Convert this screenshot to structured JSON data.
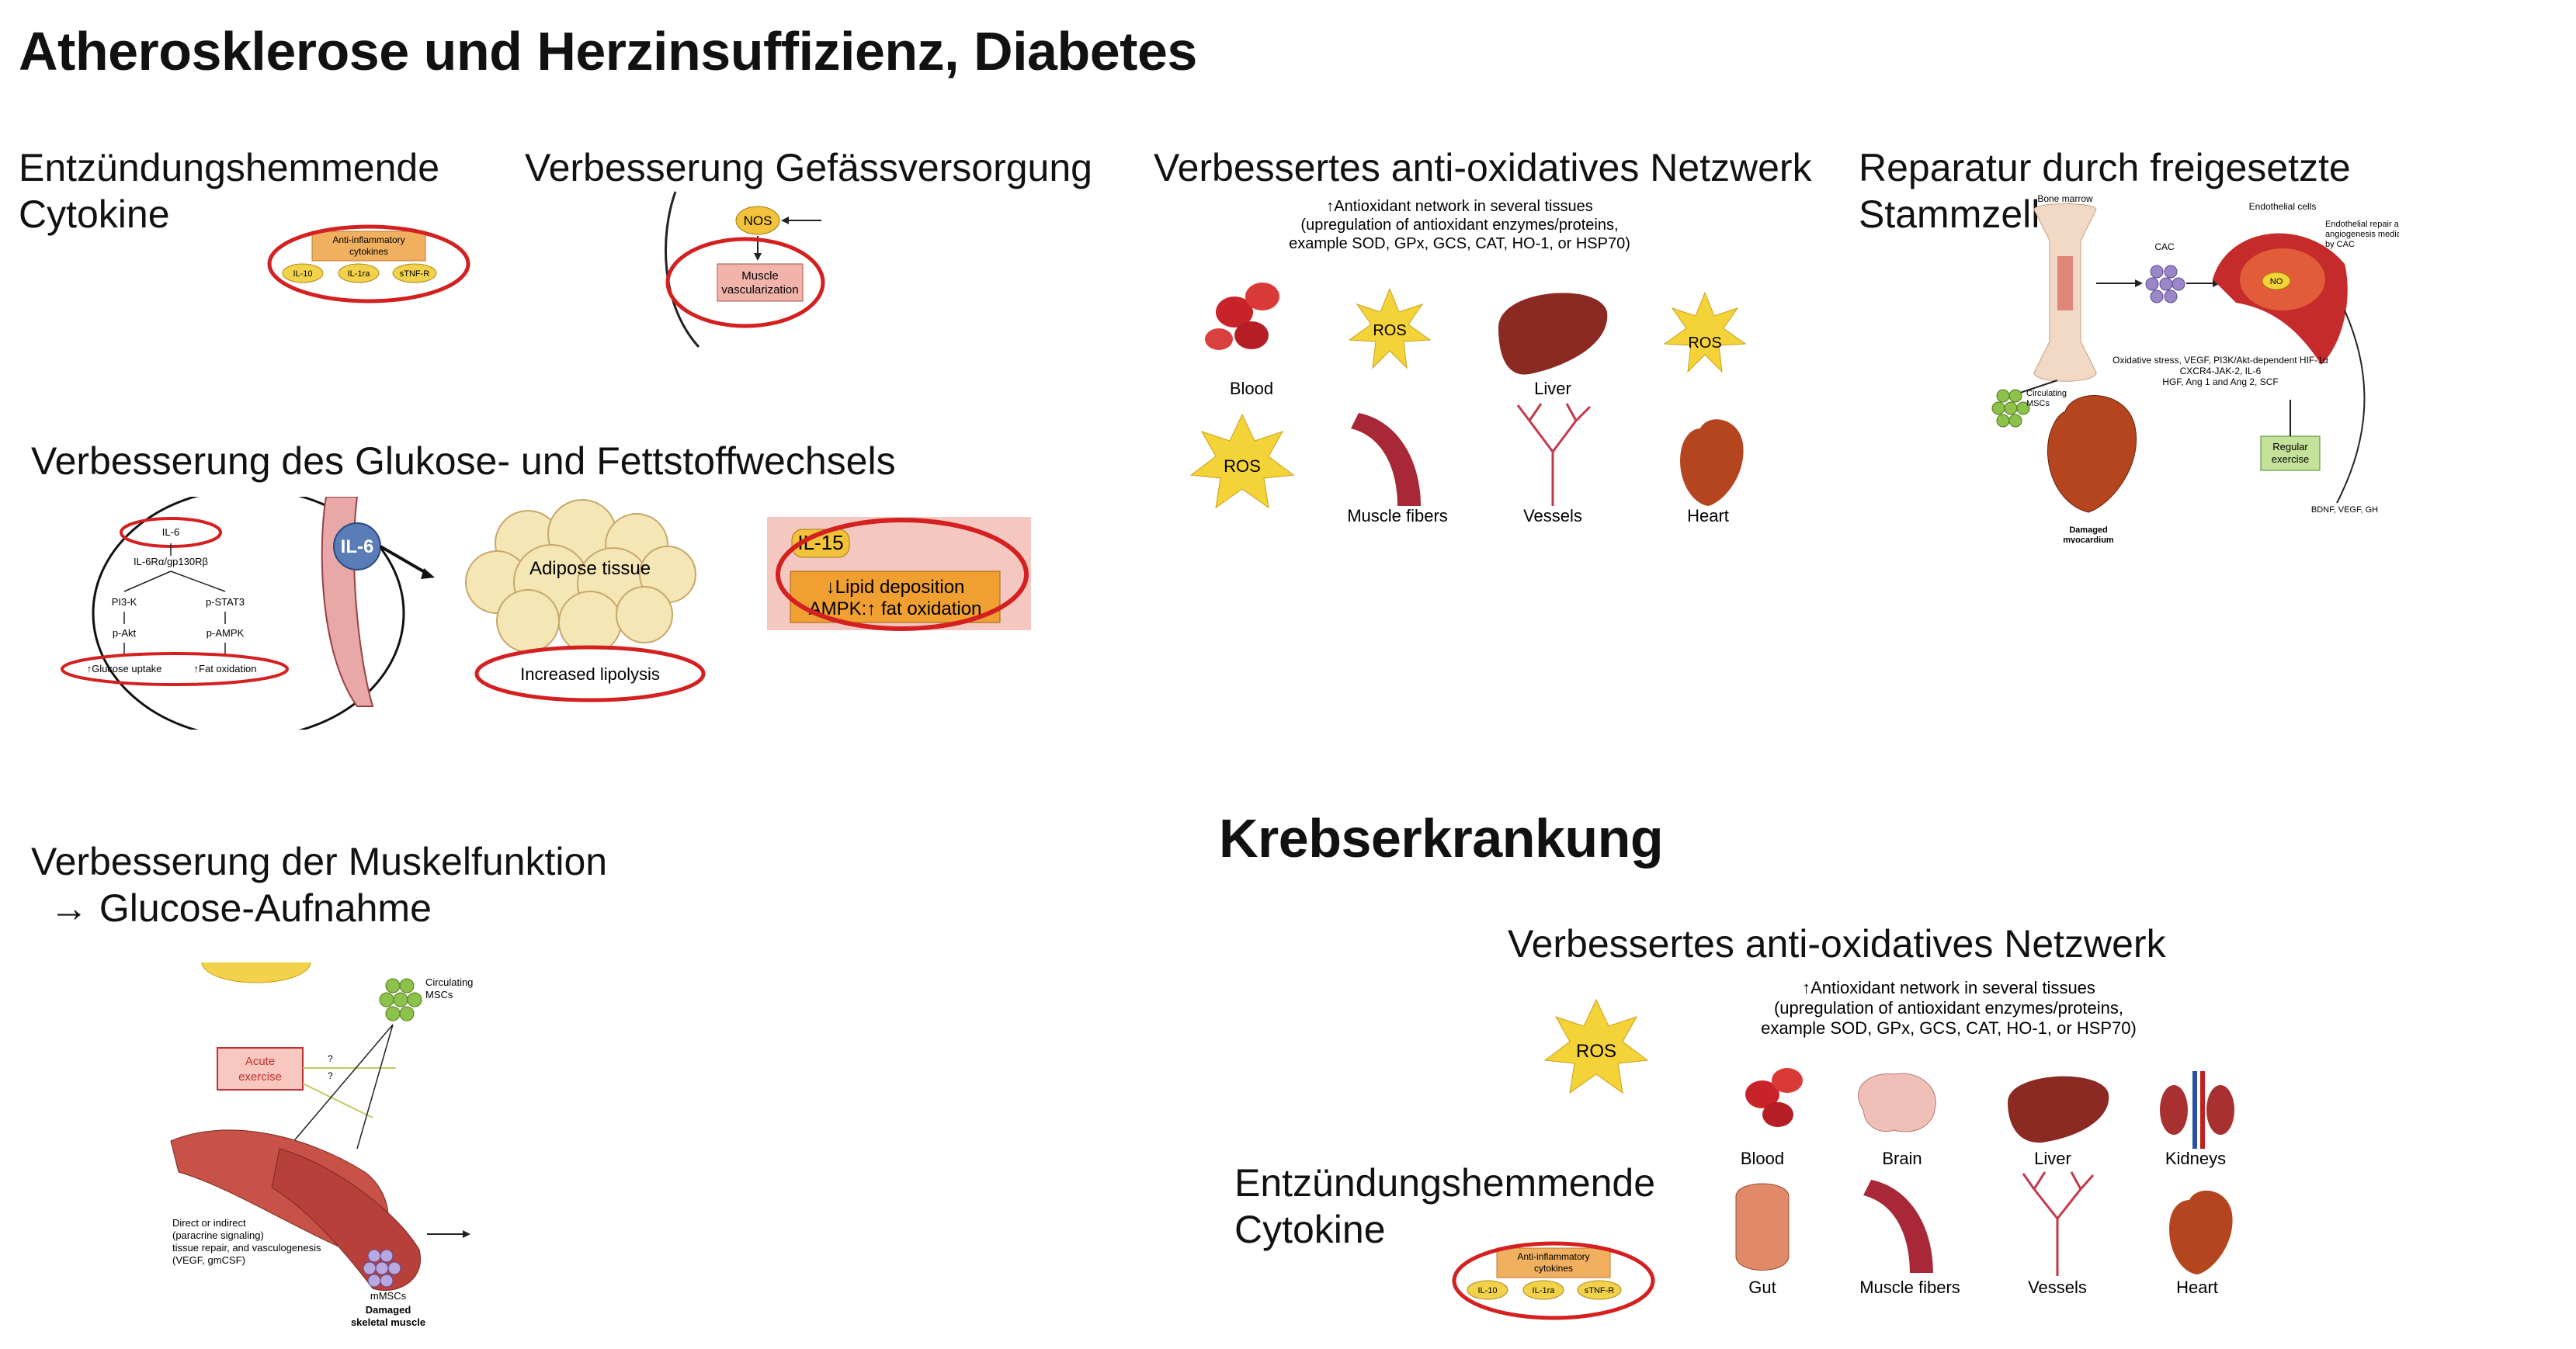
{
  "main_title": "Atherosklerose und Herzinsuffizienz, Diabetes",
  "cancer_title": "Krebserkrankung",
  "sections": {
    "anti_inflam_1": {
      "line1": "Entzündungshemmende",
      "line2": "Cytokine"
    },
    "vascular": {
      "title": "Verbesserung Gefässversorgung"
    },
    "antiox_1": {
      "title": "Verbessertes anti-oxidatives Netzwerk"
    },
    "repair": {
      "title": "Reparatur durch freigesetzte Stammzellen"
    },
    "glucose": {
      "title": "Verbesserung des Glukose- und Fettstoffwechsels"
    },
    "muscle": {
      "line1": "Verbesserung der Muskelfunktion",
      "line2": "→ Glucose-Aufnahme"
    },
    "antiox_2": {
      "title": "Verbessertes anti-oxidatives Netzwerk"
    },
    "anti_inflam_2": {
      "line1": "Entzündungshemmende",
      "line2": "Cytokine"
    }
  },
  "cytokines": {
    "header_line1": "Anti-inflammatory",
    "header_line2": "cytokines",
    "items": [
      "IL-10",
      "IL-1ra",
      "sTNF-R"
    ]
  },
  "vascular_fig": {
    "nos": "NOS",
    "box_line1": "Muscle",
    "box_line2": "vascularization"
  },
  "antiox_fig": {
    "header_line1": "↑Antioxidant network in several tissues",
    "header_line2": "(upregulation of antioxidant enzymes/proteins,",
    "header_line3": "example SOD, GPx, GCS, CAT, HO-1, or HSP70)",
    "ros": "ROS",
    "labels": {
      "blood": "Blood",
      "brain": "Brain",
      "liver": "Liver",
      "kidneys": "Kidneys",
      "gut": "Gut",
      "muscle": "Muscle fibers",
      "vessels": "Vessels",
      "heart": "Heart"
    }
  },
  "repair_fig": {
    "bone_marrow": "Bone marrow",
    "cac": "CAC",
    "endothelial_cells": "Endothelial cells",
    "endothelial_repair": [
      "Endothelial repair and",
      "angiogenesis mediated",
      "by CAC"
    ],
    "no": "NO",
    "oxidative": [
      "Oxidative stress, VEGF, PI3K/Akt-dependent HIF-1α",
      "CXCR4-JAK-2, IL-6",
      "HGF, Ang 1 and Ang 2, SCF"
    ],
    "circulating": [
      "Circulating",
      "MSCs"
    ],
    "q": "?",
    "regular": [
      "Regular",
      "exercise"
    ],
    "bdnf": "BDNF, VEGF, GH",
    "damaged": [
      "Damaged",
      "myocardium"
    ]
  },
  "glucose_fig": {
    "il6": "IL-6",
    "receptor": "IL-6Rα/gp130Rβ",
    "pi3k": "PI3-K",
    "pstat3": "p-STAT3",
    "pakt": "p-Akt",
    "pampk": "p-AMPK",
    "glucose_uptake": "↑Glucose uptake",
    "fat_oxidation": "↑Fat oxidation",
    "il6_ball": "IL-6",
    "adipose": "Adipose tissue",
    "lipolysis": "Increased lipolysis",
    "il15": "IL-15",
    "lipid": "↓Lipid deposition",
    "ampk": "AMPK:↑ fat oxidation"
  },
  "muscle_fig": {
    "circulating": [
      "Circulating",
      "MSCs"
    ],
    "acute": [
      "Acute",
      "exercise"
    ],
    "q": "?",
    "direct": [
      "Direct or indirect",
      "(paracrine signaling)",
      "tissue repair, and vasculogenesis",
      "(VEGF, gmCSF)"
    ],
    "mmscs": "mMSCs",
    "damaged": [
      "Damaged",
      "skeletal muscle"
    ]
  }
}
